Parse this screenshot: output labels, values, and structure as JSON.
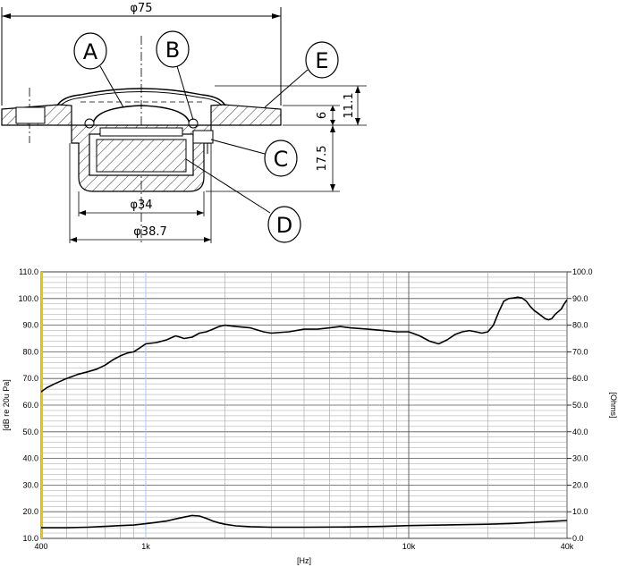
{
  "drawing": {
    "dimensions": {
      "outer_diameter": "φ75",
      "height_total": "11.1",
      "height_flange": "6",
      "height_magnet": "17.5",
      "magnet_diameter": "φ34",
      "cup_diameter": "φ38.7"
    },
    "callouts": [
      "A",
      "B",
      "C",
      "D",
      "E"
    ]
  },
  "chart_data": {
    "type": "line",
    "x_scale": "log",
    "xlim": [
      400,
      40000
    ],
    "x_ticks": [
      {
        "value": 400,
        "label": "400"
      },
      {
        "value": 1000,
        "label": "1k"
      },
      {
        "value": 10000,
        "label": "10k"
      },
      {
        "value": 40000,
        "label": "40k"
      }
    ],
    "xlabel": "[Hz]",
    "ylabel_left": "[dB re 20u Pa]",
    "ylabel_right": "[Ohms]",
    "ylim_left": [
      10.0,
      110.0
    ],
    "ylim_right": [
      0.0,
      100.0
    ],
    "y_ticks_left": [
      "10.0",
      "20.0",
      "30.0",
      "40.0",
      "50.0",
      "60.0",
      "70.0",
      "80.0",
      "90.0",
      "100.0",
      "110.0"
    ],
    "y_ticks_right": [
      "0.0",
      "10.0",
      "20.0",
      "30.0",
      "40.0",
      "50.0",
      "60.0",
      "70.0",
      "80.0",
      "90.0",
      "100.0"
    ],
    "grid": true,
    "series": [
      {
        "axis": "left",
        "color": "#000000",
        "points": [
          [
            400,
            65.0
          ],
          [
            420,
            66.5
          ],
          [
            450,
            68.0
          ],
          [
            500,
            70.0
          ],
          [
            550,
            71.5
          ],
          [
            600,
            72.5
          ],
          [
            650,
            73.5
          ],
          [
            700,
            75.0
          ],
          [
            750,
            77.0
          ],
          [
            800,
            78.5
          ],
          [
            850,
            79.5
          ],
          [
            900,
            80.0
          ],
          [
            950,
            81.5
          ],
          [
            1000,
            83.0
          ],
          [
            1100,
            83.5
          ],
          [
            1200,
            84.5
          ],
          [
            1300,
            86.0
          ],
          [
            1400,
            85.0
          ],
          [
            1500,
            85.5
          ],
          [
            1600,
            87.0
          ],
          [
            1700,
            87.5
          ],
          [
            1800,
            88.5
          ],
          [
            1900,
            89.5
          ],
          [
            2000,
            90.0
          ],
          [
            2200,
            89.5
          ],
          [
            2500,
            89.0
          ],
          [
            2800,
            87.5
          ],
          [
            3000,
            87.0
          ],
          [
            3500,
            87.5
          ],
          [
            4000,
            88.5
          ],
          [
            4500,
            88.5
          ],
          [
            5000,
            89.0
          ],
          [
            5500,
            89.5
          ],
          [
            6000,
            89.0
          ],
          [
            7000,
            88.5
          ],
          [
            8000,
            88.0
          ],
          [
            9000,
            87.5
          ],
          [
            10000,
            87.5
          ],
          [
            11000,
            86.0
          ],
          [
            12000,
            84.0
          ],
          [
            13000,
            83.0
          ],
          [
            14000,
            84.5
          ],
          [
            15000,
            86.5
          ],
          [
            16000,
            87.5
          ],
          [
            17000,
            88.0
          ],
          [
            18000,
            87.5
          ],
          [
            19000,
            87.0
          ],
          [
            20000,
            87.5
          ],
          [
            21000,
            90.0
          ],
          [
            22000,
            95.0
          ],
          [
            23000,
            99.0
          ],
          [
            24000,
            100.0
          ],
          [
            25000,
            100.2
          ],
          [
            26000,
            100.5
          ],
          [
            27000,
            100.2
          ],
          [
            28000,
            99.0
          ],
          [
            29000,
            97.0
          ],
          [
            30000,
            95.5
          ],
          [
            31000,
            94.5
          ],
          [
            32000,
            93.5
          ],
          [
            33000,
            92.5
          ],
          [
            34000,
            92.0
          ],
          [
            35000,
            92.5
          ],
          [
            36000,
            94.0
          ],
          [
            37000,
            95.0
          ],
          [
            38000,
            96.0
          ],
          [
            39000,
            98.0
          ],
          [
            40000,
            99.5
          ]
        ]
      },
      {
        "axis": "right",
        "color": "#000000",
        "points": [
          [
            400,
            4.0
          ],
          [
            500,
            4.0
          ],
          [
            600,
            4.2
          ],
          [
            700,
            4.5
          ],
          [
            800,
            4.8
          ],
          [
            900,
            5.0
          ],
          [
            1000,
            5.5
          ],
          [
            1100,
            6.0
          ],
          [
            1200,
            6.5
          ],
          [
            1300,
            7.3
          ],
          [
            1400,
            8.0
          ],
          [
            1500,
            8.6
          ],
          [
            1600,
            8.4
          ],
          [
            1700,
            7.5
          ],
          [
            1800,
            6.5
          ],
          [
            1900,
            5.8
          ],
          [
            2000,
            5.3
          ],
          [
            2200,
            4.7
          ],
          [
            2500,
            4.4
          ],
          [
            3000,
            4.2
          ],
          [
            4000,
            4.2
          ],
          [
            6000,
            4.3
          ],
          [
            8000,
            4.5
          ],
          [
            10000,
            4.8
          ],
          [
            15000,
            5.1
          ],
          [
            20000,
            5.3
          ],
          [
            25000,
            5.6
          ],
          [
            30000,
            6.0
          ],
          [
            35000,
            6.4
          ],
          [
            40000,
            6.7
          ]
        ]
      }
    ]
  }
}
